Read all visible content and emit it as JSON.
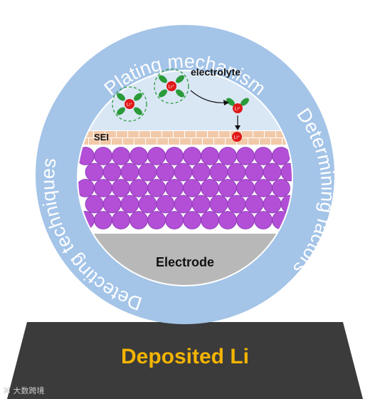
{
  "ring_labels": {
    "top": "Plating mechanism",
    "right": "Determining factors",
    "left": "Detecting techniques"
  },
  "labels": {
    "electrolyte": "electrolyte",
    "sei": "SEI",
    "electrode": "Electrode",
    "ion": "Li⁺"
  },
  "base": {
    "label": "Deposited Li"
  },
  "watermark": "大数跨境",
  "colors": {
    "ring": "#a4c4e8",
    "inner_top": "#d9e7f5",
    "sei_brick": "#f2c9a8",
    "sei_mortar": "#ffffff",
    "deposit": "#b24fd6",
    "deposit_stroke": "#8c36b3",
    "electrode": "#b8b8b8",
    "ion": "#e01818",
    "solvent": "#2a9a3a",
    "solvation_ring": "#2a9a3a",
    "base": "#3b3b3b",
    "base_label": "#f4b400"
  }
}
